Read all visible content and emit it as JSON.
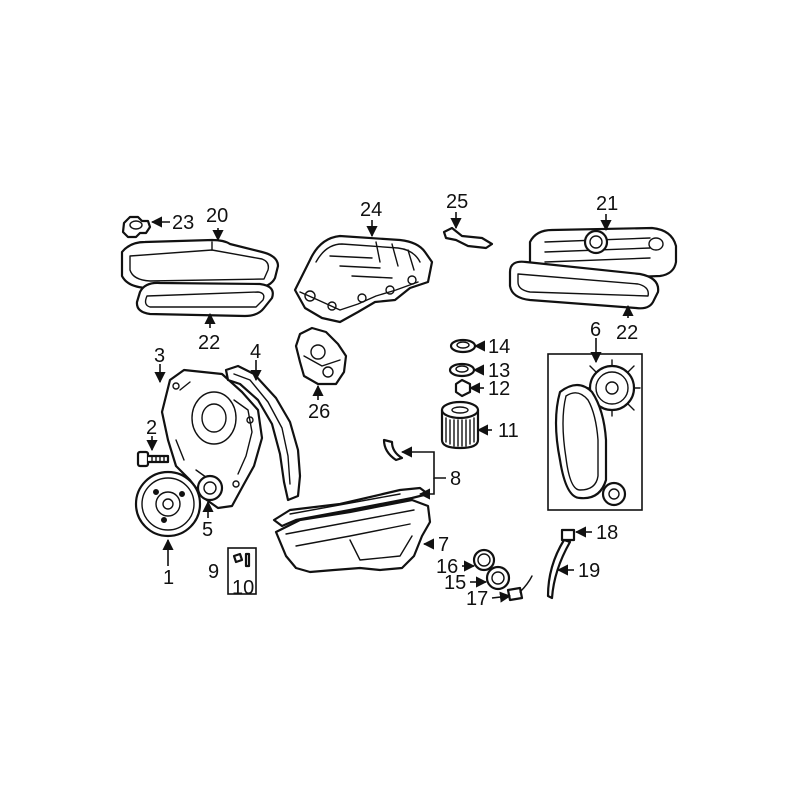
{
  "callouts": [
    {
      "id": "1",
      "text": "1"
    },
    {
      "id": "2",
      "text": "2"
    },
    {
      "id": "3",
      "text": "3"
    },
    {
      "id": "4",
      "text": "4"
    },
    {
      "id": "5",
      "text": "5"
    },
    {
      "id": "6",
      "text": "6"
    },
    {
      "id": "7",
      "text": "7"
    },
    {
      "id": "8",
      "text": "8"
    },
    {
      "id": "9",
      "text": "9"
    },
    {
      "id": "10",
      "text": "10"
    },
    {
      "id": "11",
      "text": "11"
    },
    {
      "id": "12",
      "text": "12"
    },
    {
      "id": "13",
      "text": "13"
    },
    {
      "id": "14",
      "text": "14"
    },
    {
      "id": "15",
      "text": "15"
    },
    {
      "id": "16",
      "text": "16"
    },
    {
      "id": "17",
      "text": "17"
    },
    {
      "id": "18",
      "text": "18"
    },
    {
      "id": "19",
      "text": "19"
    },
    {
      "id": "20",
      "text": "20"
    },
    {
      "id": "21",
      "text": "21"
    },
    {
      "id": "22a",
      "text": "22"
    },
    {
      "id": "22b",
      "text": "22"
    },
    {
      "id": "23",
      "text": "23"
    },
    {
      "id": "24",
      "text": "24"
    },
    {
      "id": "25",
      "text": "25"
    },
    {
      "id": "26",
      "text": "26"
    }
  ]
}
